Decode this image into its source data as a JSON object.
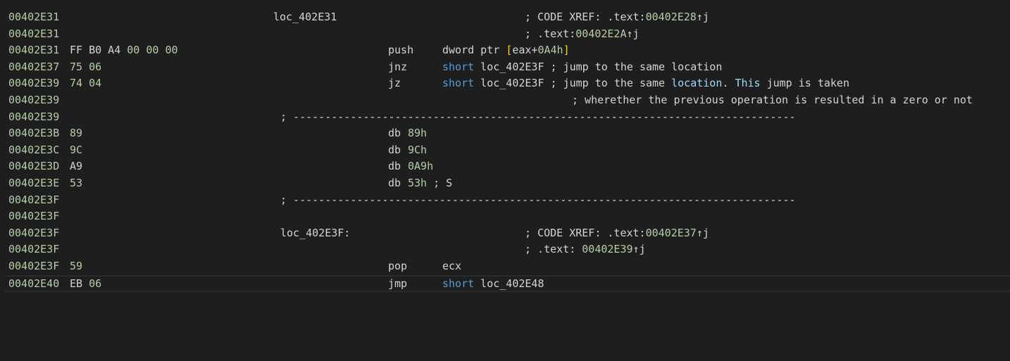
{
  "lines": [
    {
      "addr": "00402E31",
      "label": "loc_402E31",
      "comment_prefix": "; CODE XREF: .text:",
      "comment_addr": "00402E28",
      "comment_suffix": "↑j"
    },
    {
      "addr": "00402E31",
      "comment_prefix": "; .text:",
      "comment_addr": "00402E2A",
      "comment_suffix": "↑j"
    },
    {
      "addr": "00402E31",
      "bytes_plain": "FF B0 A4",
      "bytes_num": "00 00 00",
      "mnemonic": "push",
      "operand_pre": "dword ptr ",
      "bracket_open": "[",
      "operand_reg": "eax+",
      "operand_num": "0A4h",
      "bracket_close": "]"
    },
    {
      "addr": "00402E37",
      "bytes_num": "75 06",
      "mnemonic": "jnz",
      "operand_kw": "short",
      "operand_target": " loc_402E3F",
      "comment": " ; jump to the same location"
    },
    {
      "addr": "00402E39",
      "bytes_num": "74 04",
      "mnemonic": "jz",
      "operand_kw": "short",
      "operand_target": " loc_402E3F",
      "comment_a": " ; jump to the same ",
      "comment_hl1": "location",
      "comment_b": ". ",
      "comment_hl2": "This",
      "comment_c": " jump is taken"
    },
    {
      "addr": "00402E39",
      "comment": "; wherether the previous operation is resulted in a zero or not"
    },
    {
      "addr": "00402E39",
      "separator": "; -------------------------------------------------------------------------------"
    },
    {
      "addr": "00402E3B",
      "bytes_num": "89",
      "mnemonic": "db",
      "operand_num": "89h"
    },
    {
      "addr": "00402E3C",
      "bytes_num": "9C",
      "mnemonic": "db",
      "operand_num": "9Ch"
    },
    {
      "addr": "00402E3D",
      "bytes_plain": "A9",
      "mnemonic": "db",
      "operand_num": "0A9h"
    },
    {
      "addr": "00402E3E",
      "bytes_num": "53",
      "mnemonic": "db",
      "operand_num": "53h",
      "comment": " ; S"
    },
    {
      "addr": "00402E3F",
      "separator": "; -------------------------------------------------------------------------------"
    },
    {
      "addr": "00402E3F"
    },
    {
      "addr": "00402E3F",
      "label": "loc_402E3F:",
      "comment_prefix": "; CODE XREF: .text:",
      "comment_addr": "00402E37",
      "comment_suffix": "↑j"
    },
    {
      "addr": "00402E3F",
      "comment_prefix": "; .text: ",
      "comment_addr": "00402E39",
      "comment_suffix": "↑j"
    },
    {
      "addr": "00402E3F",
      "bytes_num": "59",
      "mnemonic": "pop",
      "operand": "ecx"
    },
    {
      "addr": "00402E40",
      "bytes_plain": "EB",
      "bytes_num": "06",
      "mnemonic": "jmp",
      "operand_kw": "short",
      "operand_target": " loc_402E48"
    }
  ],
  "colors": {
    "background": "#1e1e1e",
    "text": "#d4d4d4",
    "number": "#b5cea8",
    "keyword": "#569cd6",
    "identifier": "#9cdcfe",
    "bracket": "#ffd700"
  }
}
